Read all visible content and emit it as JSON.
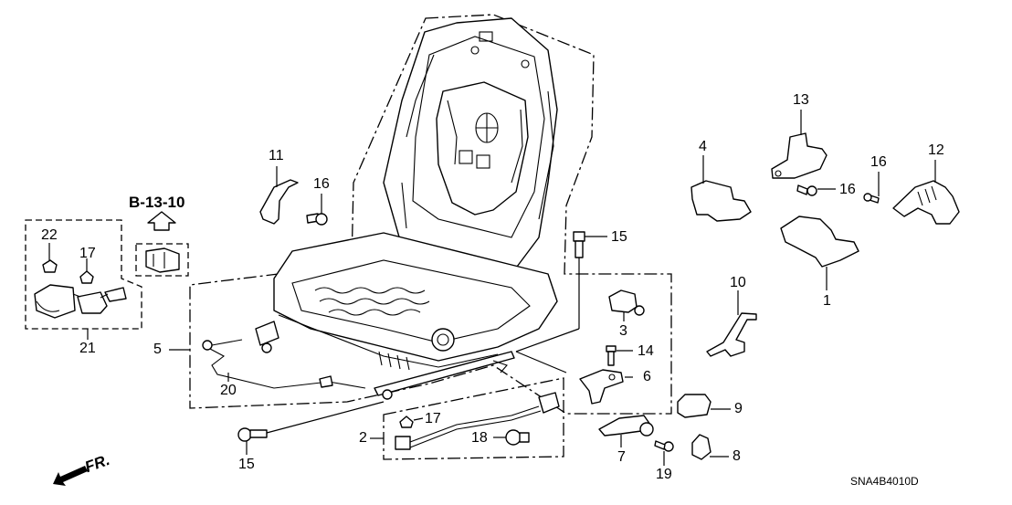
{
  "diagram": {
    "title_code": "SNA4B4010D",
    "reference": {
      "label": "B-13-10",
      "arrow": "up-arrow-icon"
    },
    "direction": {
      "label": "FR.",
      "icon": "front-arrow-icon"
    },
    "callouts": [
      {
        "id": "c1",
        "label": "1"
      },
      {
        "id": "c2",
        "label": "2"
      },
      {
        "id": "c3",
        "label": "3"
      },
      {
        "id": "c4",
        "label": "4"
      },
      {
        "id": "c5",
        "label": "5"
      },
      {
        "id": "c6",
        "label": "6"
      },
      {
        "id": "c7",
        "label": "7"
      },
      {
        "id": "c8",
        "label": "8"
      },
      {
        "id": "c9",
        "label": "9"
      },
      {
        "id": "c10",
        "label": "10"
      },
      {
        "id": "c11",
        "label": "11"
      },
      {
        "id": "c12",
        "label": "12"
      },
      {
        "id": "c13",
        "label": "13"
      },
      {
        "id": "c14",
        "label": "14"
      },
      {
        "id": "c15a",
        "label": "15"
      },
      {
        "id": "c15b",
        "label": "15"
      },
      {
        "id": "c16a",
        "label": "16"
      },
      {
        "id": "c16b",
        "label": "16"
      },
      {
        "id": "c16c",
        "label": "16"
      },
      {
        "id": "c17a",
        "label": "17"
      },
      {
        "id": "c17b",
        "label": "17"
      },
      {
        "id": "c18",
        "label": "18"
      },
      {
        "id": "c19",
        "label": "19"
      },
      {
        "id": "c20",
        "label": "20"
      },
      {
        "id": "c21",
        "label": "21"
      },
      {
        "id": "c22",
        "label": "22"
      }
    ]
  }
}
